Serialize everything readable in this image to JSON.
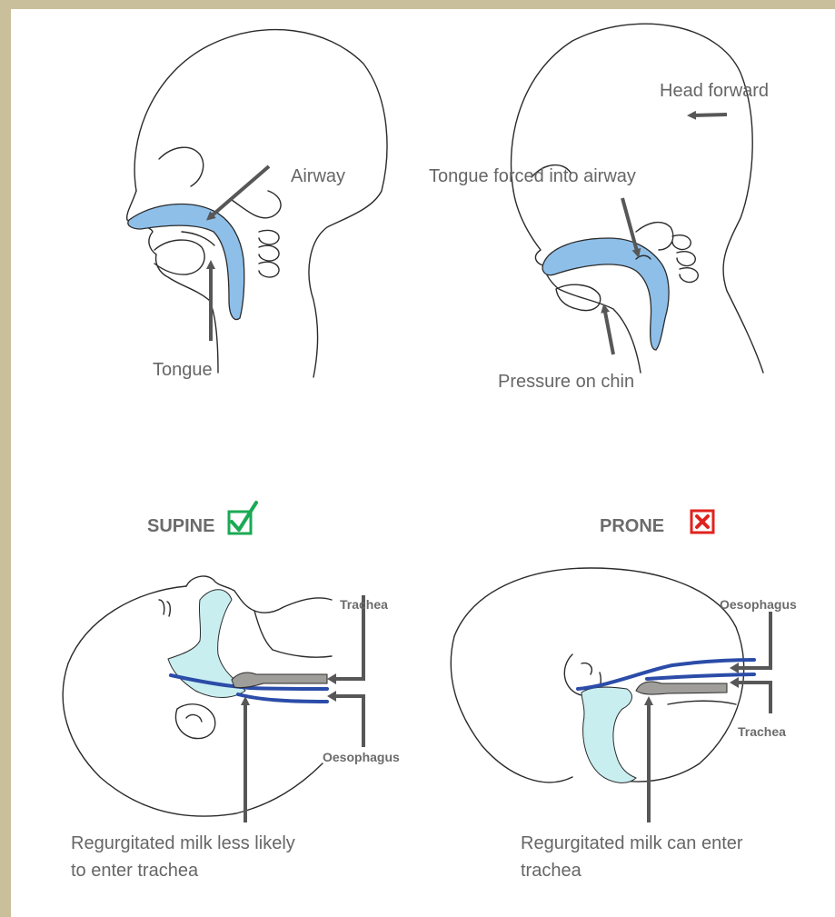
{
  "top_left": {
    "labels": {
      "airway": "Airway",
      "tongue": "Tongue"
    }
  },
  "top_right": {
    "labels": {
      "head_forward": "Head forward",
      "tongue_forced": "Tongue forced into airway",
      "pressure_chin": "Pressure on chin"
    }
  },
  "supine": {
    "heading": "SUPINE",
    "status_icon": "green-checkmark-icon",
    "status_color": "#1aaa55",
    "labels": {
      "trachea": "Trachea",
      "oesophagus": "Oesophagus",
      "caption_line1": "Regurgitated milk less likely",
      "caption_line2": "to enter trachea"
    }
  },
  "prone": {
    "heading": "PRONE",
    "status_icon": "red-cross-icon",
    "status_color": "#e0231f",
    "labels": {
      "oesophagus": "Oesophagus",
      "trachea": "Trachea",
      "caption_line1": "Regurgitated milk can enter",
      "caption_line2": "trachea"
    }
  },
  "colors": {
    "frame": "#c9bf9b",
    "airway_fill": "#8ebfe9",
    "tube_blue": "#2b4ca8",
    "milk_grey": "#a09e9a",
    "label_grey": "#666666"
  }
}
